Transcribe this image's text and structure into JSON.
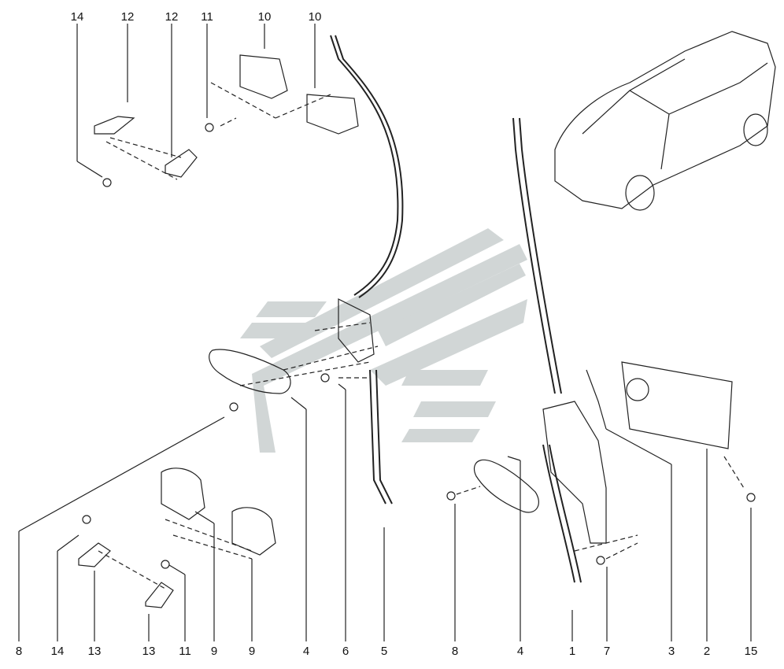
{
  "callouts": {
    "top": {
      "c14": "14",
      "c12a": "12",
      "c12b": "12",
      "c11": "11",
      "c10a": "10",
      "c10b": "10"
    },
    "bottom": {
      "c8a": "8",
      "c14": "14",
      "c13a": "13",
      "c13b": "13",
      "c11": "11",
      "c9a": "9",
      "c9b": "9",
      "c4a": "4",
      "c6": "6",
      "c5": "5",
      "c8b": "8",
      "c4b": "4",
      "c1": "1",
      "c7": "7",
      "c3": "3",
      "c2": "2",
      "c15": "15"
    }
  },
  "watermark": {
    "color": "#c9cfcf",
    "icon": "logo-watermark"
  }
}
